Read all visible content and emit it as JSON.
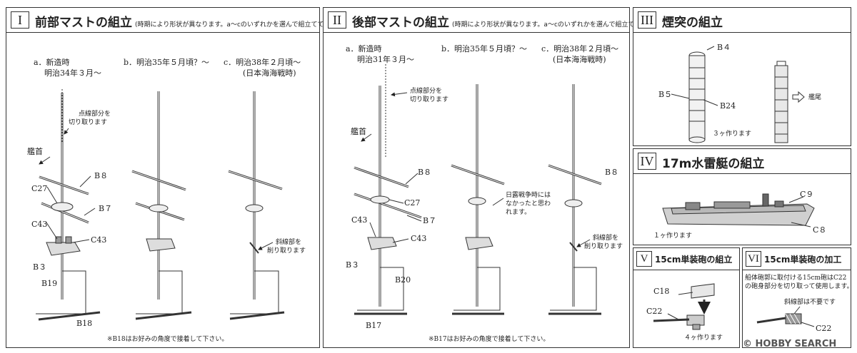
{
  "panels": {
    "p1": {
      "num": "I",
      "title": "前部マストの組立",
      "subtitle": "(時期により形状が異なります。a〜cのいずれかを選んで組立てて下さい)"
    },
    "p2": {
      "num": "II",
      "title": "後部マストの組立",
      "subtitle": "(時期により形状が異なります。a〜cのいずれかを選んで組立てて下さい)"
    },
    "p3": {
      "num": "III",
      "title": "煙突の組立"
    },
    "p4": {
      "num": "IV",
      "title": "17m水雷艇の組立"
    },
    "p5": {
      "num": "V",
      "title": "15cm単装砲の組立"
    },
    "p6": {
      "num": "VI",
      "title": "15cm単装砲の加工"
    }
  },
  "front": {
    "a1": "a．新造時",
    "a2": "明治34年３月〜",
    "b1": "b．明治35年５月頃？〜",
    "c1": "c．明治38年２月頃〜",
    "c2": "(日本海海戦時)",
    "dotted1": "点線部分を",
    "dotted2": "切り取ります",
    "bow": "艦首",
    "B8": "B８",
    "B7": "B７",
    "C27": "C27",
    "C43a": "C43",
    "C43b": "C43",
    "B3": "B３",
    "B19": "B19",
    "B18": "B18",
    "slash1": "斜線部を",
    "slash2": "削り取ります",
    "note": "※B18はお好みの角度で接着して下さい。"
  },
  "rear": {
    "a1": "a．新造時",
    "a2": "明治31年３月〜",
    "b1": "b．明治35年５月頃？〜",
    "c1": "c．明治38年２月頃〜",
    "c2": "(日本海海戦時)",
    "dotted1": "点線部分を",
    "dotted2": "切り取ります",
    "bow": "艦首",
    "B8a": "B８",
    "B8b": "B８",
    "C27": "C27",
    "B7": "B７",
    "C43a": "C43",
    "C43b": "C43",
    "B3": "B３",
    "B20": "B20",
    "B17": "B17",
    "war1": "日露戦争時には",
    "war2": "なかったと思わ",
    "war3": "れます。",
    "slash1": "斜線部を",
    "slash2": "削り取ります",
    "note": "※B17はお好みの角度で接着して下さい。"
  },
  "funnel": {
    "B4": "B４",
    "B5": "B５",
    "B24": "B24",
    "qty": "３ヶ作ります",
    "stern": "艦尾"
  },
  "boat": {
    "C9": "C９",
    "C8": "C８",
    "qty": "１ヶ作ります"
  },
  "gun": {
    "C18": "C18",
    "C22": "C22",
    "qty": "４ヶ作ります"
  },
  "gunmod": {
    "note1": "船体砲郭に取付ける15cm砲はC22",
    "note2": "の砲身部分を切り取って使用します。",
    "slash": "斜線部は不要です",
    "C22": "C22"
  },
  "watermark": "© HOBBY SEARCH"
}
